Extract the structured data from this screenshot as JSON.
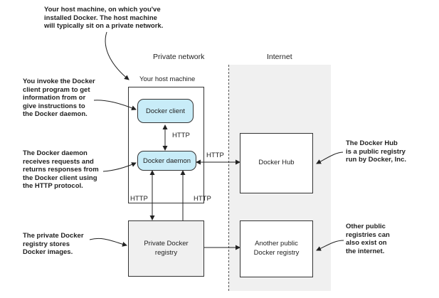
{
  "regions": {
    "private_network": "Private network",
    "internet": "Internet",
    "host_machine": "Your host machine"
  },
  "nodes": {
    "docker_client": "Docker client",
    "docker_daemon": "Docker daemon",
    "docker_hub": "Docker Hub",
    "private_registry": [
      "Private Docker",
      "registry"
    ],
    "another_registry": [
      "Another public",
      "Docker registry"
    ]
  },
  "edges": {
    "client_daemon": "HTTP",
    "daemon_hub": "HTTP",
    "daemon_private": "HTTP",
    "daemon_another": "HTTP"
  },
  "callouts": {
    "host": [
      "Your host machine, on which you've",
      "installed Docker. The host machine",
      "will typically sit on a private network."
    ],
    "client": [
      "You invoke the Docker",
      "client program to get",
      "information from or",
      "give instructions to",
      "the Docker daemon."
    ],
    "daemon": [
      "The Docker daemon",
      "receives requests and",
      "returns responses from",
      "the Docker client using",
      "the HTTP protocol."
    ],
    "private_registry": [
      "The private Docker",
      "registry stores",
      "Docker images."
    ],
    "hub": [
      "The Docker Hub",
      "is a public registry",
      "run by Docker, Inc."
    ],
    "other_registries": [
      "Other public",
      "registries can",
      "also exist on",
      "the internet."
    ]
  },
  "colors": {
    "pill_fill": "#c8ecf8",
    "internet_bg": "#f0f0f0",
    "registry_fill": "#f0f0f0"
  }
}
